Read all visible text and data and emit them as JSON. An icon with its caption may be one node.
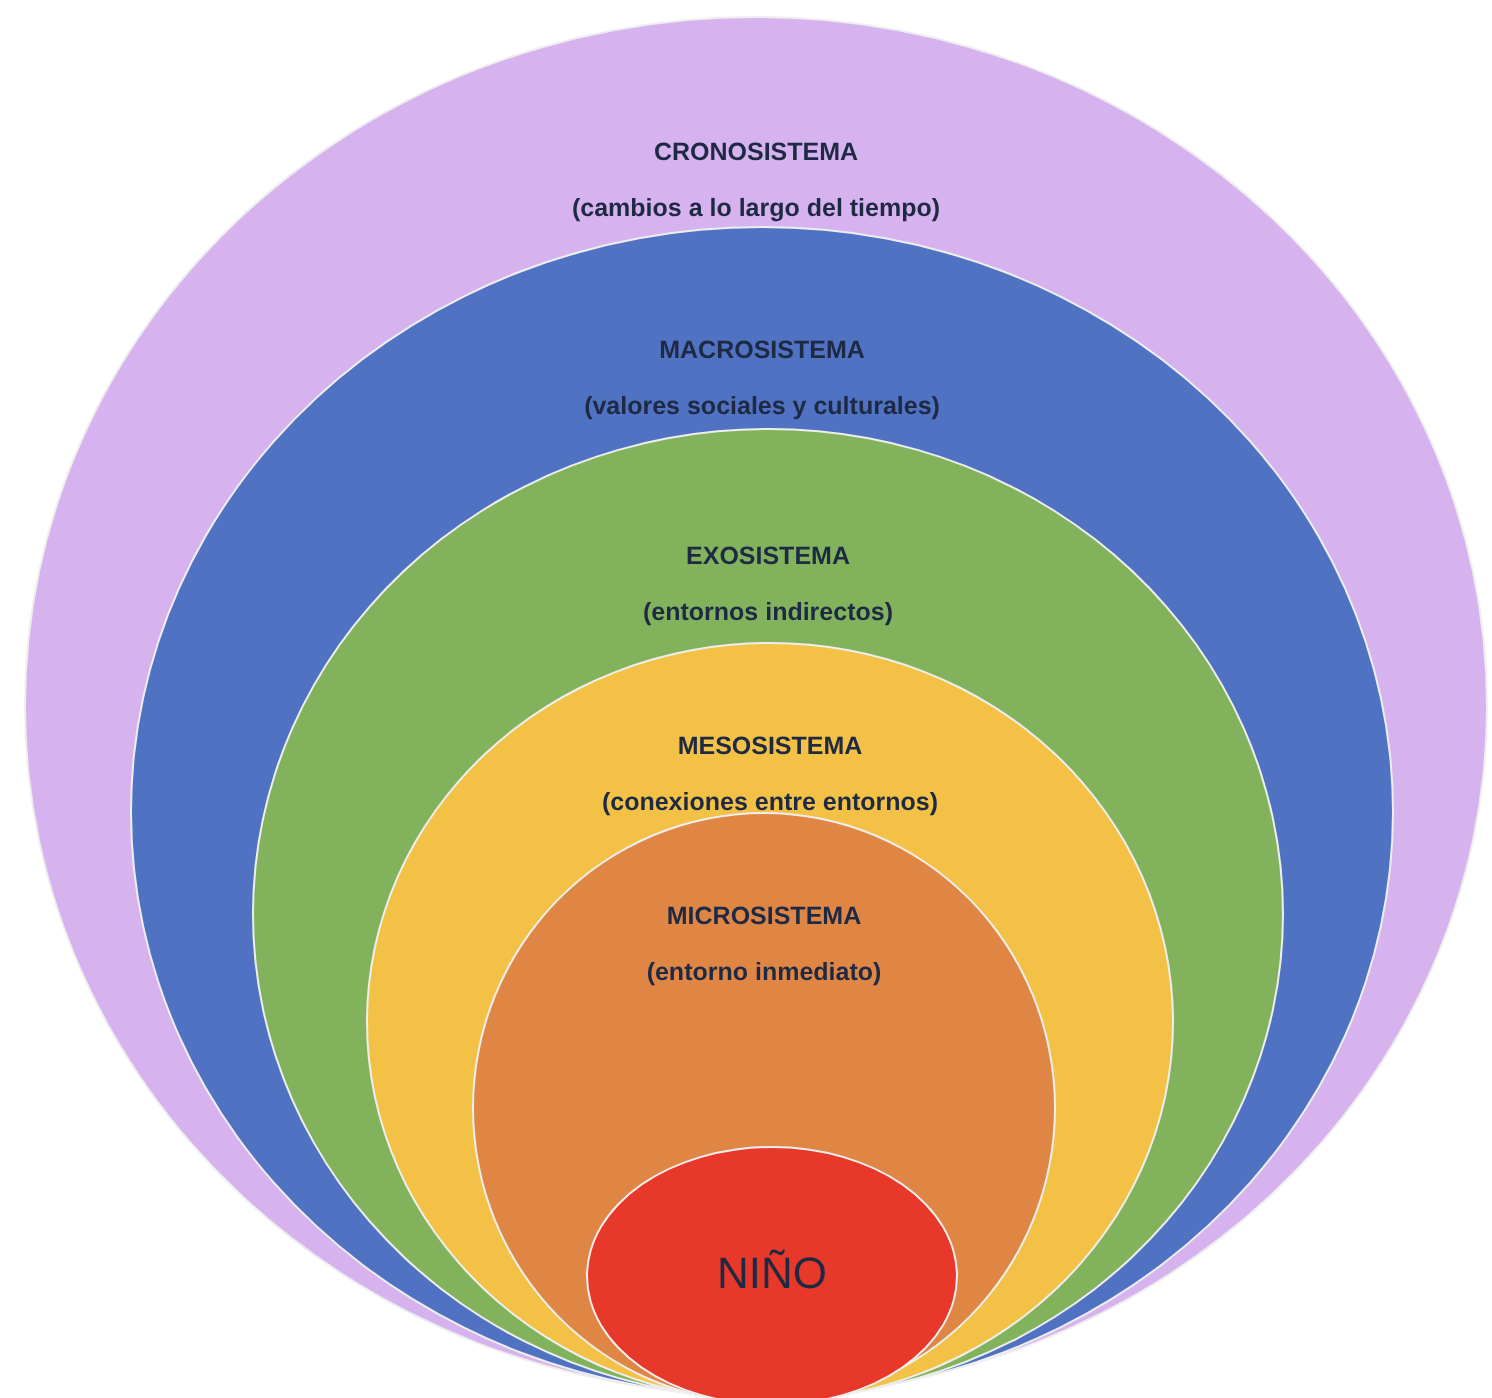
{
  "diagram": {
    "nodes": [
      {
        "text": [
          "CRONOSISTEMA",
          "(cambios a lo largo del tiempo)"
        ]
      },
      {
        "text": [
          "MACROSISTEMA",
          "(valores sociales y culturales)"
        ],
        "in": 0
      },
      {
        "text": [
          "EXOSISTEMA",
          "(entornos indirectos)"
        ],
        "in": 1
      },
      {
        "text": [
          "MESOSISTEMA",
          "(conexiones entre entornos)"
        ],
        "in": 2
      },
      {
        "text": [
          "MICROSISTEMA",
          "(entorno inmediato)"
        ],
        "in": 3
      },
      {
        "text": [
          "NIÑO"
        ],
        "in": 4
      }
    ],
    "edges": []
  }
}
